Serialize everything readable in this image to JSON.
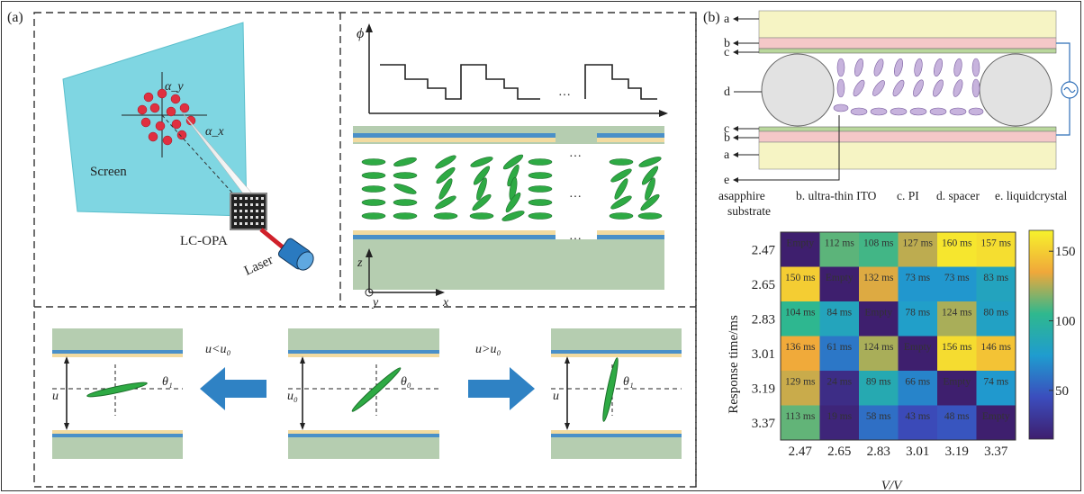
{
  "panel_a": {
    "label": "(a)",
    "screen_label": "Screen",
    "axis_y_label": "α_y",
    "axis_x_label": "α_x",
    "lcopa_label": "LC-OPA",
    "laser_label": "Laser",
    "phi_label": "ϕ",
    "ellipsis": "…",
    "coord_z": "z",
    "coord_y": "y",
    "coord_x": "x",
    "bottom": {
      "left_u": "u",
      "left_theta": "θ₁",
      "left_arrow_text": "u<u₀",
      "mid_u": "u₀",
      "mid_theta": "θ₀",
      "right_arrow_text": "u>u₀",
      "right_u": "u",
      "right_theta": "θ₁"
    }
  },
  "panel_b": {
    "label": "(b)",
    "layers": {
      "a": "a",
      "b": "b",
      "c": "c",
      "d": "d",
      "e": "e"
    },
    "legend_items": [
      "asapphire",
      "substrate",
      "b. ultra-thin ITO",
      "c. PI",
      "d. spacer",
      "e. liquidcrystal"
    ]
  },
  "chart_data": {
    "type": "heatmap",
    "ylabel": "Response time/ms",
    "xlabel": "V/V",
    "x_categories": [
      "2.47",
      "2.65",
      "2.83",
      "3.01",
      "3.19",
      "3.37"
    ],
    "y_categories": [
      "2.47",
      "2.65",
      "2.83",
      "3.01",
      "3.19",
      "3.37"
    ],
    "cells": [
      [
        "Empty",
        "112 ms",
        "108 ms",
        "127 ms",
        "160 ms",
        "157 ms"
      ],
      [
        "150 ms",
        "Empty",
        "132 ms",
        "73 ms",
        "73 ms",
        "83 ms"
      ],
      [
        "104 ms",
        "84 ms",
        "Empty",
        "78 ms",
        "124 ms",
        "80 ms"
      ],
      [
        "136 ms",
        "61 ms",
        "124 ms",
        "Empty",
        "156 ms",
        "146 ms"
      ],
      [
        "129 ms",
        "24 ms",
        "89 ms",
        "66 ms",
        "Empty",
        "74 ms"
      ],
      [
        "113 ms",
        "19 ms",
        "58 ms",
        "43 ms",
        "48 ms",
        "Empty"
      ]
    ],
    "values": [
      [
        null,
        112,
        108,
        127,
        160,
        157
      ],
      [
        150,
        null,
        132,
        73,
        73,
        83
      ],
      [
        104,
        84,
        null,
        78,
        124,
        80
      ],
      [
        136,
        61,
        124,
        null,
        156,
        146
      ],
      [
        129,
        24,
        89,
        66,
        null,
        74
      ],
      [
        113,
        19,
        58,
        43,
        48,
        null
      ]
    ],
    "colorbar_ticks": [
      "150",
      "100",
      "50"
    ],
    "colorbar_tick_values": [
      150,
      100,
      50
    ],
    "vmin": 15,
    "vmax": 165
  }
}
